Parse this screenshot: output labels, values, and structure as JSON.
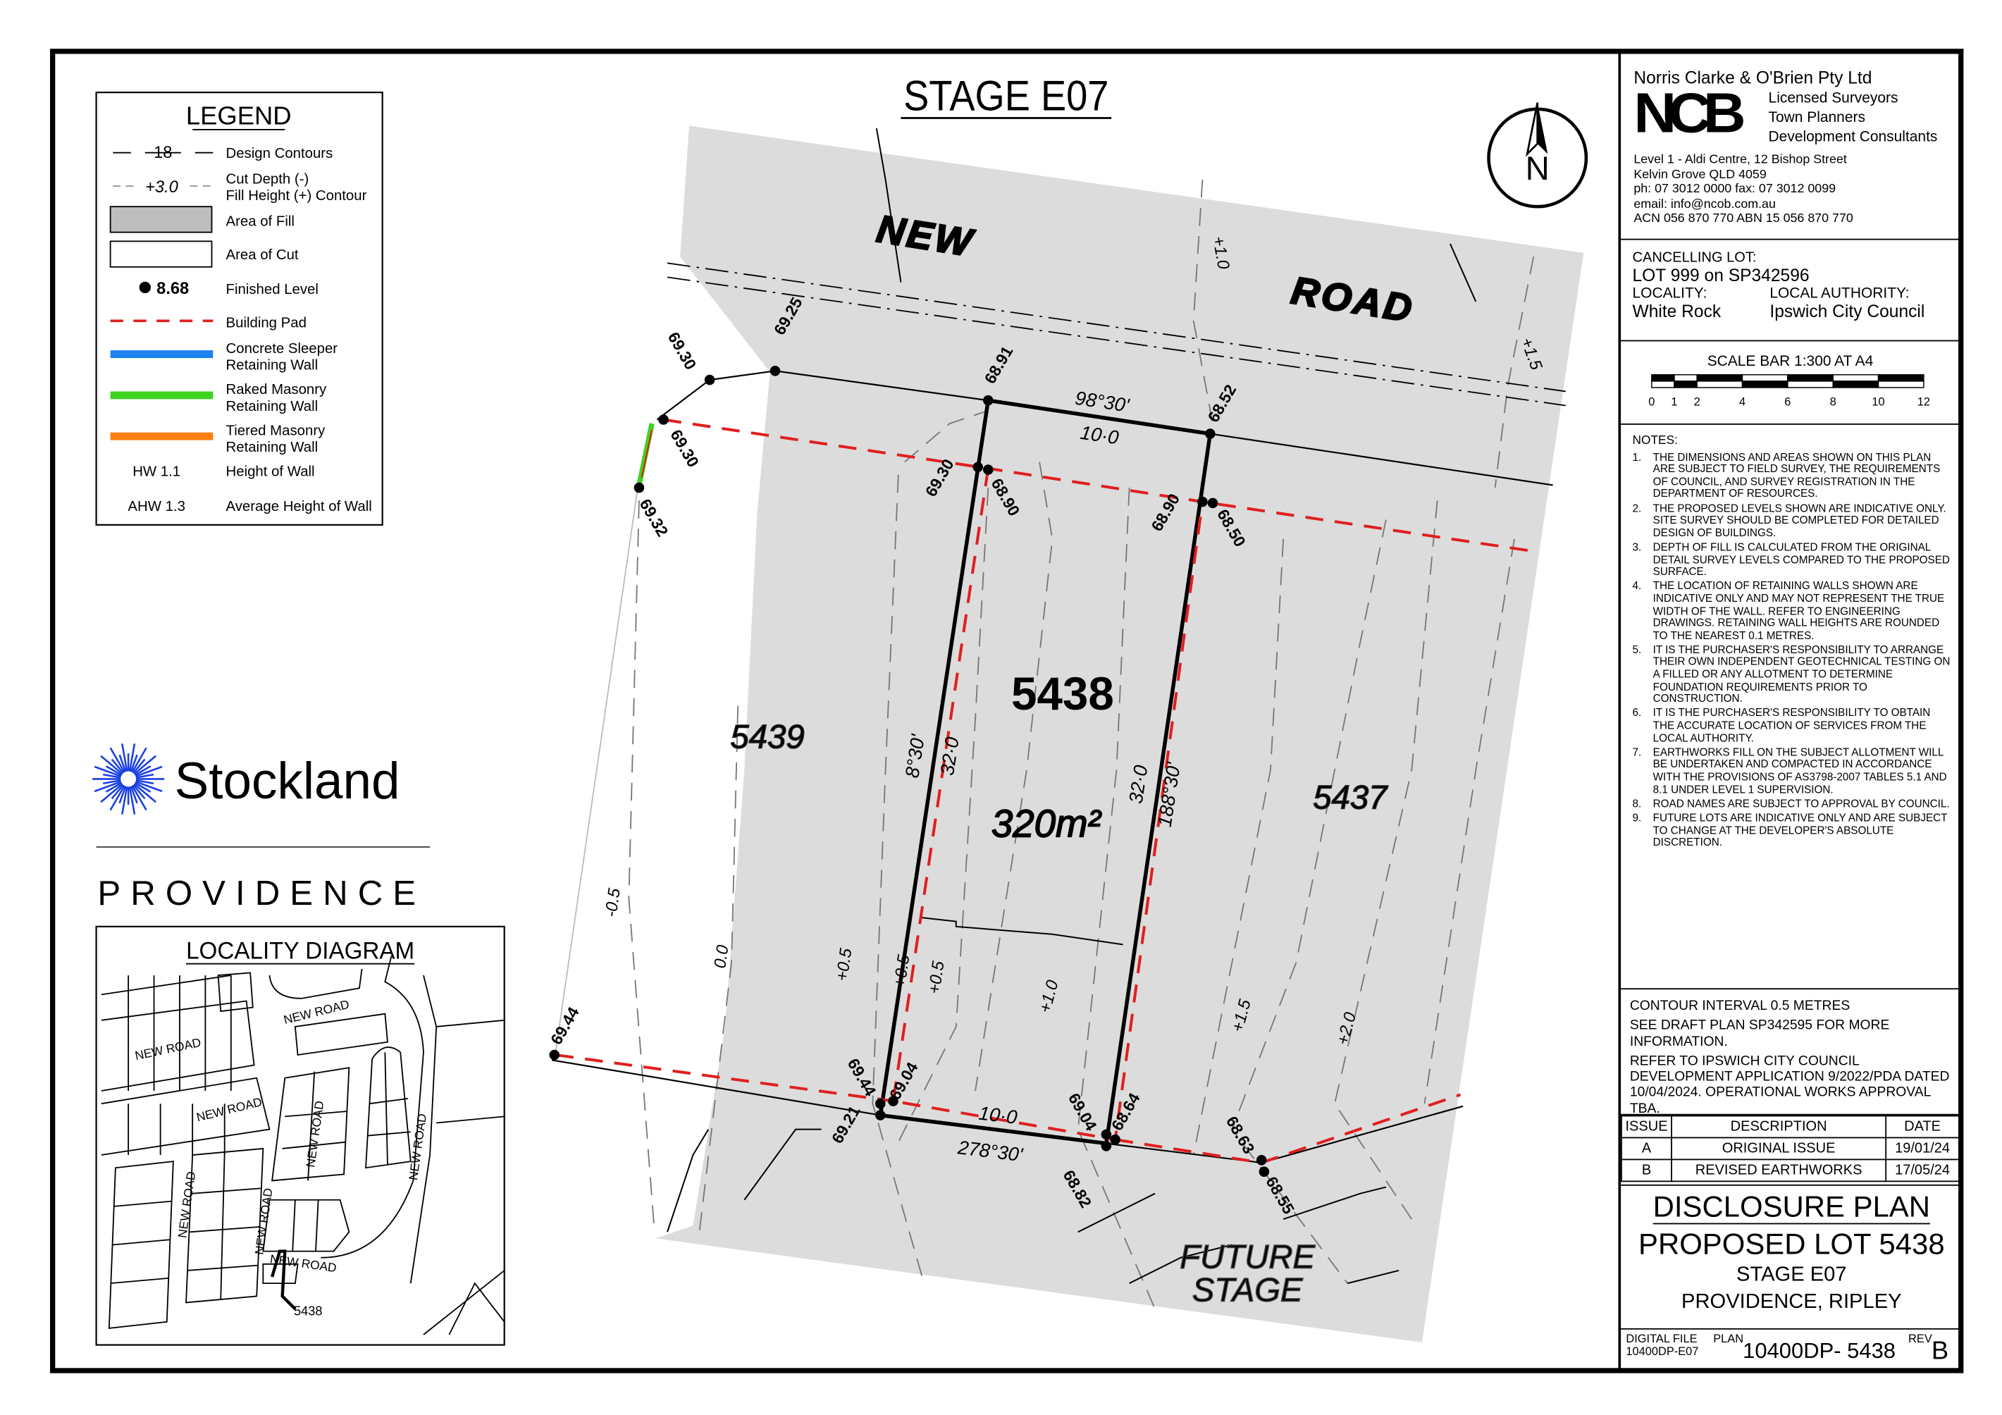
{
  "title": "STAGE E07",
  "legend": {
    "heading": "LEGEND",
    "contour_sample": "18",
    "cutfill_sample": "+3.0",
    "finished_level_sample": "8.68",
    "hw_sample": "HW 1.1",
    "ahw_sample": "AHW 1.3",
    "items": [
      "Design Contours",
      "Cut Depth (-)",
      "Fill Height (+) Contour",
      "Area of Fill",
      "Area of Cut",
      "Finished Level",
      "Building Pad",
      "Concrete Sleeper",
      "Retaining Wall",
      "Raked Masonry",
      "Retaining Wall",
      "Tiered Masonry",
      "Retaining Wall",
      "Height of Wall",
      "Average Height of Wall"
    ],
    "colors": {
      "fill": "#bebebe",
      "building_pad": "#e01f1f",
      "concrete_sleeper": "#1e82f0",
      "raked_masonry": "#3ed41e",
      "tiered_masonry": "#ff7f0e"
    }
  },
  "branding": {
    "logo_text": "Stockland",
    "estate": "PROVIDENCE",
    "logo_color": "#1a3fe0"
  },
  "locality": {
    "heading": "LOCALITY DIAGRAM",
    "road_labels": [
      "NEW ROAD",
      "NEW ROAD",
      "NEW ROAD",
      "NEW ROAD",
      "NEW ROAD",
      "NEW ROAD",
      "NEW ROAD",
      "NEW ROAD"
    ],
    "lot_marker": "5438"
  },
  "plan": {
    "road_name_1": "NEW",
    "road_name_2": "ROAD",
    "lot_number": "5438",
    "lot_area": "320m²",
    "neighbour_left": "5439",
    "neighbour_right": "5437",
    "future": [
      "FUTURE",
      "STAGE"
    ],
    "bearings": {
      "top": "98°30'",
      "top_len": "10·0",
      "left_bearing": "8°30'",
      "left_len": "32·0",
      "right_len": "32·0",
      "right_bearing": "188°30'",
      "bottom_len": "10·0",
      "bottom_bearing": "278°30'"
    },
    "contours": [
      "+1.0",
      "+1.5",
      "-0.5",
      "0.0",
      "+0.5",
      "+0.5",
      "+0.5",
      "+1.0",
      "+1.5",
      "+2.0"
    ],
    "levels": [
      "69.30",
      "69.25",
      "69.30",
      "69.32",
      "68.91",
      "68.52",
      "69.30",
      "68.90",
      "68.90",
      "68.50",
      "69.44",
      "69.44",
      "69.04",
      "69.21",
      "69.04",
      "68.64",
      "68.82",
      "68.63",
      "68.55"
    ],
    "north": "N"
  },
  "title_block": {
    "company": "Norris Clarke & O'Brien Pty Ltd",
    "logo": "NCB",
    "services": [
      "Licensed Surveyors",
      "Town Planners",
      "Development Consultants"
    ],
    "address": [
      "Level 1 - Aldi Centre, 12 Bishop Street",
      "Kelvin Grove  QLD  4059",
      "ph: 07 3012 0000  fax: 07 3012 0099",
      "email: info@ncob.com.au",
      "ACN 056 870 770 ABN 15 056 870 770"
    ],
    "cancelling_label": "CANCELLING LOT:",
    "cancelling_value": "LOT 999 on SP342596",
    "locality_label": "LOCALITY:",
    "locality_value": "White Rock",
    "authority_label": "LOCAL AUTHORITY:",
    "authority_value": "Ipswich City Council",
    "scale_title": "SCALE BAR 1:300 AT A4",
    "scale_ticks": [
      "0",
      "1",
      "2",
      "4",
      "6",
      "8",
      "10",
      "12"
    ],
    "notes_heading": "NOTES:",
    "notes": [
      "THE DIMENSIONS AND AREAS SHOWN ON THIS PLAN ARE SUBJECT TO FIELD SURVEY,  THE REQUIREMENTS OF COUNCIL, AND SURVEY REGISTRATION IN THE  DEPARTMENT OF RESOURCES.",
      "THE PROPOSED LEVELS SHOWN ARE INDICATIVE ONLY. SITE SURVEY SHOULD BE COMPLETED FOR DETAILED DESIGN OF BUILDINGS.",
      "DEPTH OF FILL IS CALCULATED FROM THE ORIGINAL DETAIL SURVEY LEVELS COMPARED TO THE PROPOSED SURFACE.",
      "THE LOCATION OF RETAINING WALLS SHOWN ARE INDICATIVE ONLY AND MAY NOT REPRESENT THE TRUE WIDTH OF THE WALL. REFER TO ENGINEERING DRAWINGS. RETAINING WALL HEIGHTS ARE ROUNDED TO THE NEAREST 0.1 METRES.",
      "IT IS THE PURCHASER'S RESPONSIBILITY TO ARRANGE THEIR OWN INDEPENDENT GEOTECHNICAL TESTING ON A FILLED OR ANY ALLOTMENT TO DETERMINE FOUNDATION REQUIREMENTS PRIOR TO CONSTRUCTION.",
      "IT IS THE PURCHASER'S RESPONSIBILITY TO OBTAIN THE ACCURATE LOCATION OF SERVICES FROM THE LOCAL AUTHORITY.",
      "EARTHWORKS FILL ON THE SUBJECT ALLOTMENT WILL BE UNDERTAKEN AND COMPACTED IN ACCORDANCE WITH THE PROVISIONS OF AS3798-2007 TABLES 5.1 AND 8.1 UNDER LEVEL 1 SUPERVISION.",
      "ROAD NAMES ARE SUBJECT TO APPROVAL BY COUNCIL.",
      "FUTURE LOTS ARE INDICATIVE ONLY AND ARE SUBJECT TO CHANGE AT THE DEVELOPER'S ABSOLUTE DISCRETION."
    ],
    "info": [
      "CONTOUR INTERVAL 0.5 METRES",
      "SEE DRAFT PLAN SP342595 FOR MORE INFORMATION.",
      "REFER TO IPSWICH CITY COUNCIL DEVELOPMENT APPLICATION 9/2022/PDA DATED 10/04/2024. OPERATIONAL WORKS APPROVAL TBA."
    ],
    "issue_table": {
      "headers": [
        "ISSUE",
        "DESCRIPTION",
        "DATE"
      ],
      "rows": [
        [
          "A",
          "ORIGINAL ISSUE",
          "19/01/24"
        ],
        [
          "B",
          "REVISED EARTHWORKS",
          "17/05/24"
        ]
      ]
    },
    "plan_type": "DISCLOSURE PLAN",
    "plan_lot": "PROPOSED LOT 5438",
    "plan_stage": "STAGE E07",
    "plan_place": "PROVIDENCE, RIPLEY",
    "digital_file_label": "DIGITAL FILE",
    "digital_file_value": "10400DP-E07",
    "plan_label": "PLAN",
    "plan_number": "10400DP- 5438",
    "rev_label": "REV",
    "rev_value": "B"
  }
}
